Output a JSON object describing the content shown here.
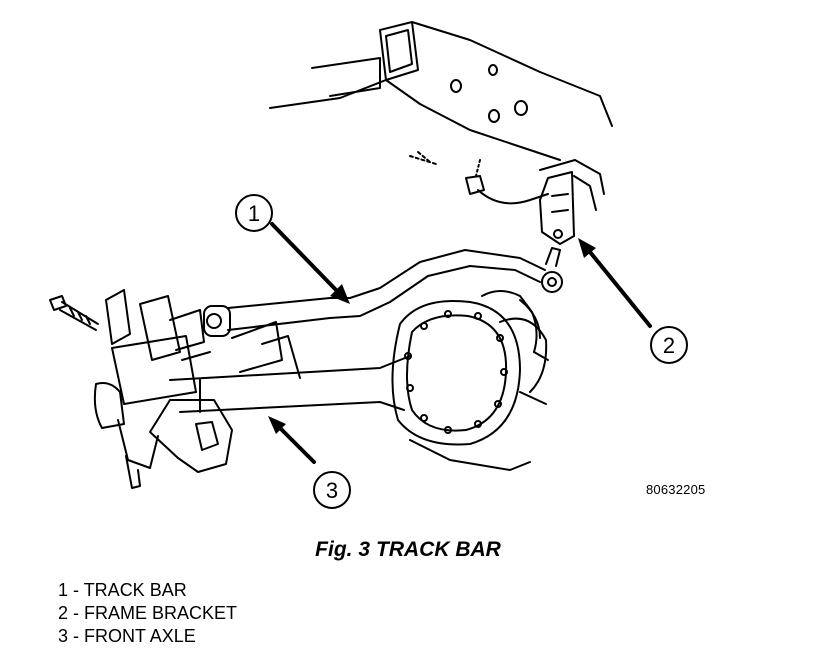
{
  "figure": {
    "id": "80632205",
    "callouts": [
      "1",
      "2",
      "3"
    ]
  },
  "caption": {
    "prefix": "Fig. 3",
    "title": "TRACK BAR"
  },
  "legend": [
    {
      "num": "1",
      "label": "TRACK BAR"
    },
    {
      "num": "2",
      "label": "FRAME BRACKET"
    },
    {
      "num": "3",
      "label": "FRONT AXLE"
    }
  ]
}
